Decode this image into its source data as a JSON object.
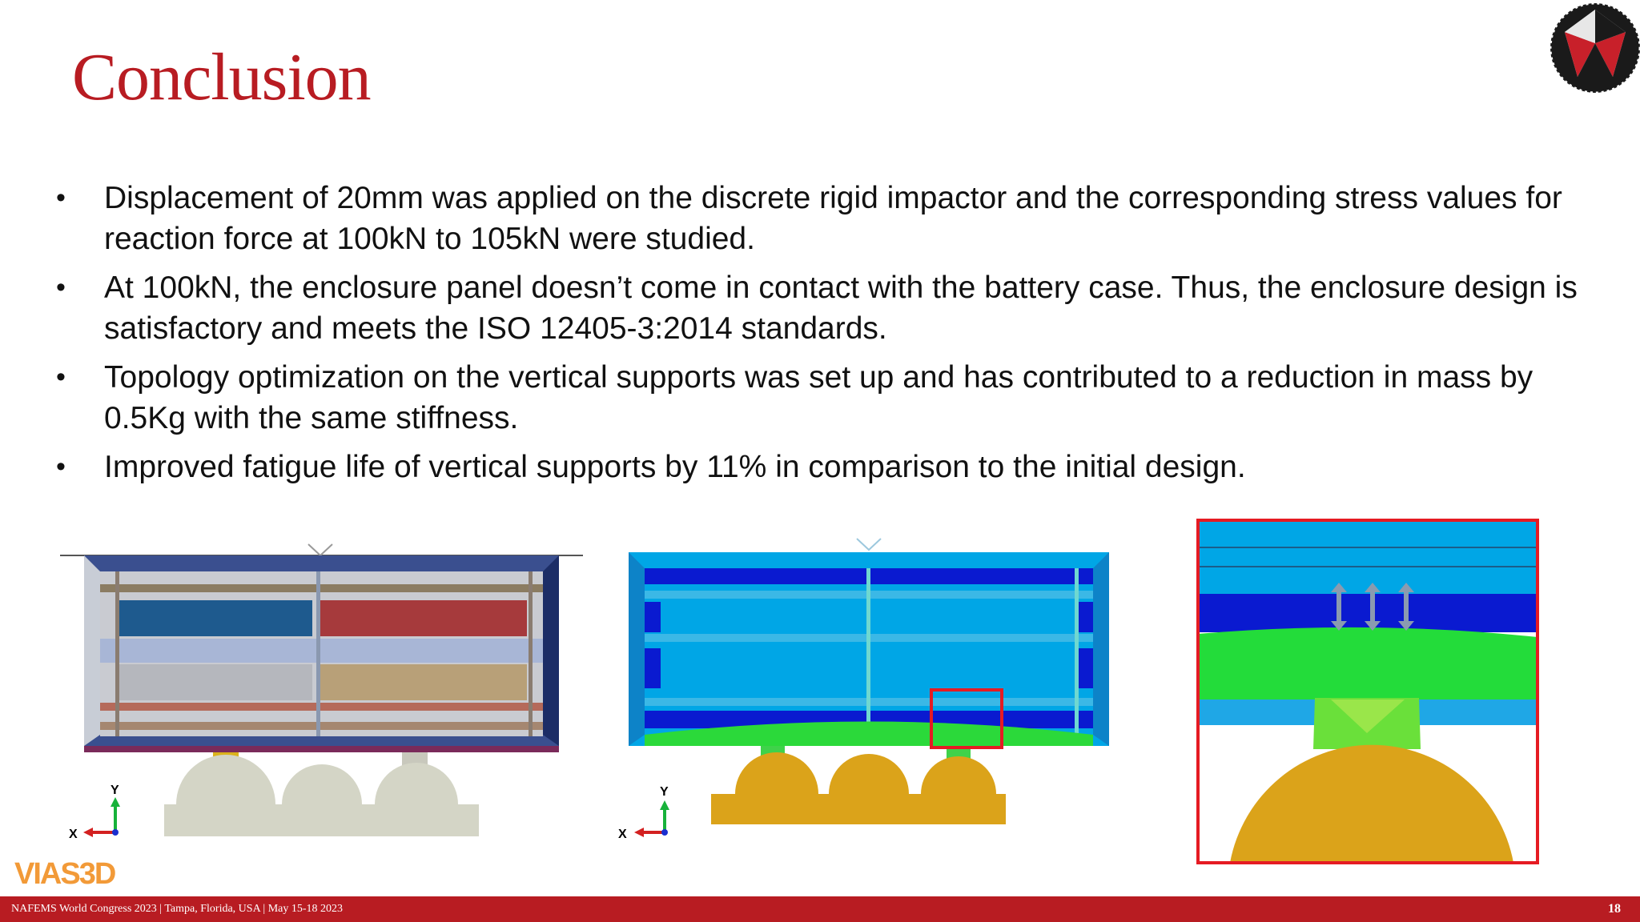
{
  "slide": {
    "title": "Conclusion",
    "bullets": [
      "Displacement of 20mm was applied on the discrete rigid impactor and the corresponding stress values for reaction force at 100kN to 105kN were studied.",
      "At 100kN, the enclosure panel doesn’t come in contact with the battery case. Thus, the enclosure design is satisfactory and meets the ISO 12405-3:2014 standards.",
      "Topology optimization on the vertical supports was set up and has contributed to a reduction in mass by 0.5Kg with the same stiffness.",
      "Improved fatigue life of vertical supports by 11% in comparison to the initial design."
    ],
    "bullet_symbol": "•"
  },
  "figures": {
    "axis_labels": {
      "x": "X",
      "y": "Y"
    },
    "colors": {
      "red_box": "#e51b23",
      "impactor": "#dba31a",
      "mesh_blue": "#00a6e6",
      "deep_blue": "#0a1ad0",
      "green": "#2bd93a"
    }
  },
  "branding": {
    "logo_icon": "nafems-globe-logo",
    "company": "VIAS3D"
  },
  "footer": {
    "text": "NAFEMS World Congress 2023 | Tampa, Florida, USA | May 15-18 2023",
    "page_number": "18"
  }
}
